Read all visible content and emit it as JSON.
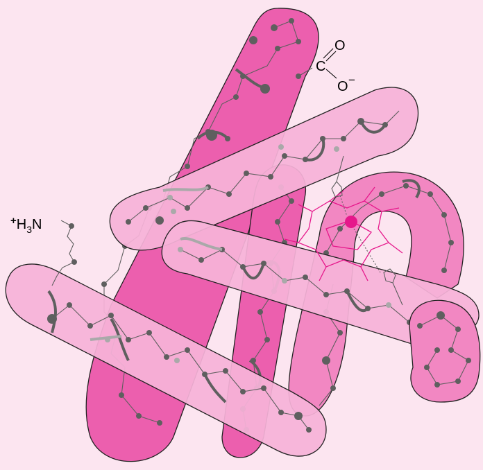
{
  "colors": {
    "background": "#fce5f0",
    "helix_dark": "#ec5fae",
    "helix_mid": "#f287c2",
    "helix_light": "#f6b3d8",
    "backbone": "#5f5f5f",
    "backbone_faded": "#a9a9a9",
    "heme": "#e6178b"
  },
  "labels": {
    "n_terminus": {
      "prefix": "+",
      "base": "H",
      "sub": "3",
      "suffix": "N"
    },
    "c_terminus": {
      "carbon": "C",
      "oxygen": "O",
      "oxide": "O",
      "charge": "−"
    }
  }
}
